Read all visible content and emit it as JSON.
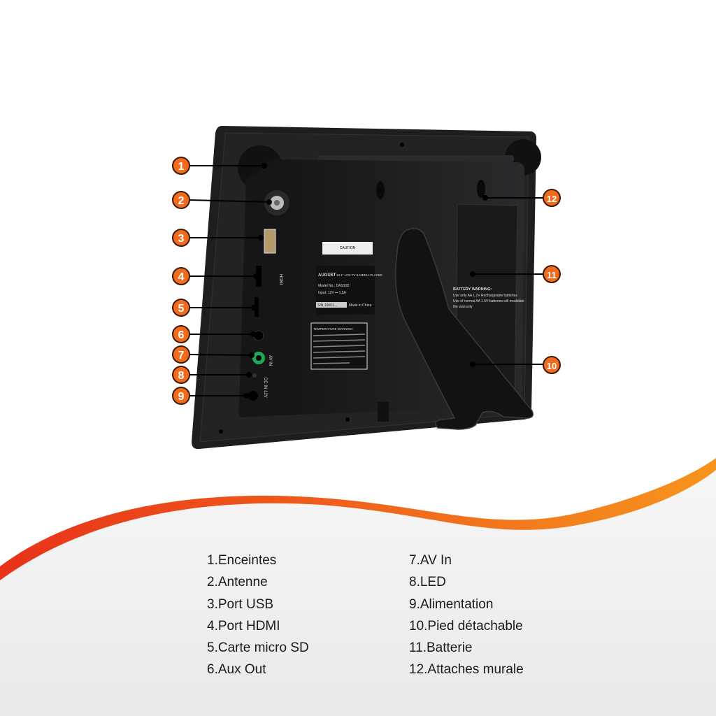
{
  "colors": {
    "callout": "#F26B1D",
    "wave_start": "#E8321A",
    "wave_end": "#F7941D",
    "device": "#1c1c1e"
  },
  "device_labels": {
    "brand": "AUGUST",
    "product": "10.1\" LCD TV & MEDIA PLAYER",
    "model": "Model No.: DA100D",
    "input": "Input: 12V ⎓ 1.5A",
    "serial": "S/N 10001…",
    "made_in": "Made in China",
    "caution": "CAUTION",
    "temperature_warning": "TEMPERATURE WARNING",
    "battery_warning_title": "BATTERY WARNING:",
    "battery_warning_1": "Use only AA 1.2V Rechargeable batteries",
    "battery_warning_2": "Use of normal AA 1.5V batteries will invalidate",
    "battery_warning_3": "the warranty",
    "port_hdmi": "HDMI",
    "port_av": "AV IN",
    "port_dc": "DC IN 12V"
  },
  "callouts": [
    "1",
    "2",
    "3",
    "4",
    "5",
    "6",
    "7",
    "8",
    "9",
    "10",
    "11",
    "12"
  ],
  "legend": {
    "left": [
      "1.Enceintes",
      "2.Antenne",
      "3.Port USB",
      "4.Port HDMI",
      "5.Carte micro SD",
      "6.Aux Out"
    ],
    "right": [
      "7.AV In",
      "8.LED",
      "9.Alimentation",
      "10.Pied détachable",
      "11.Batterie",
      "12.Attaches murale"
    ]
  }
}
